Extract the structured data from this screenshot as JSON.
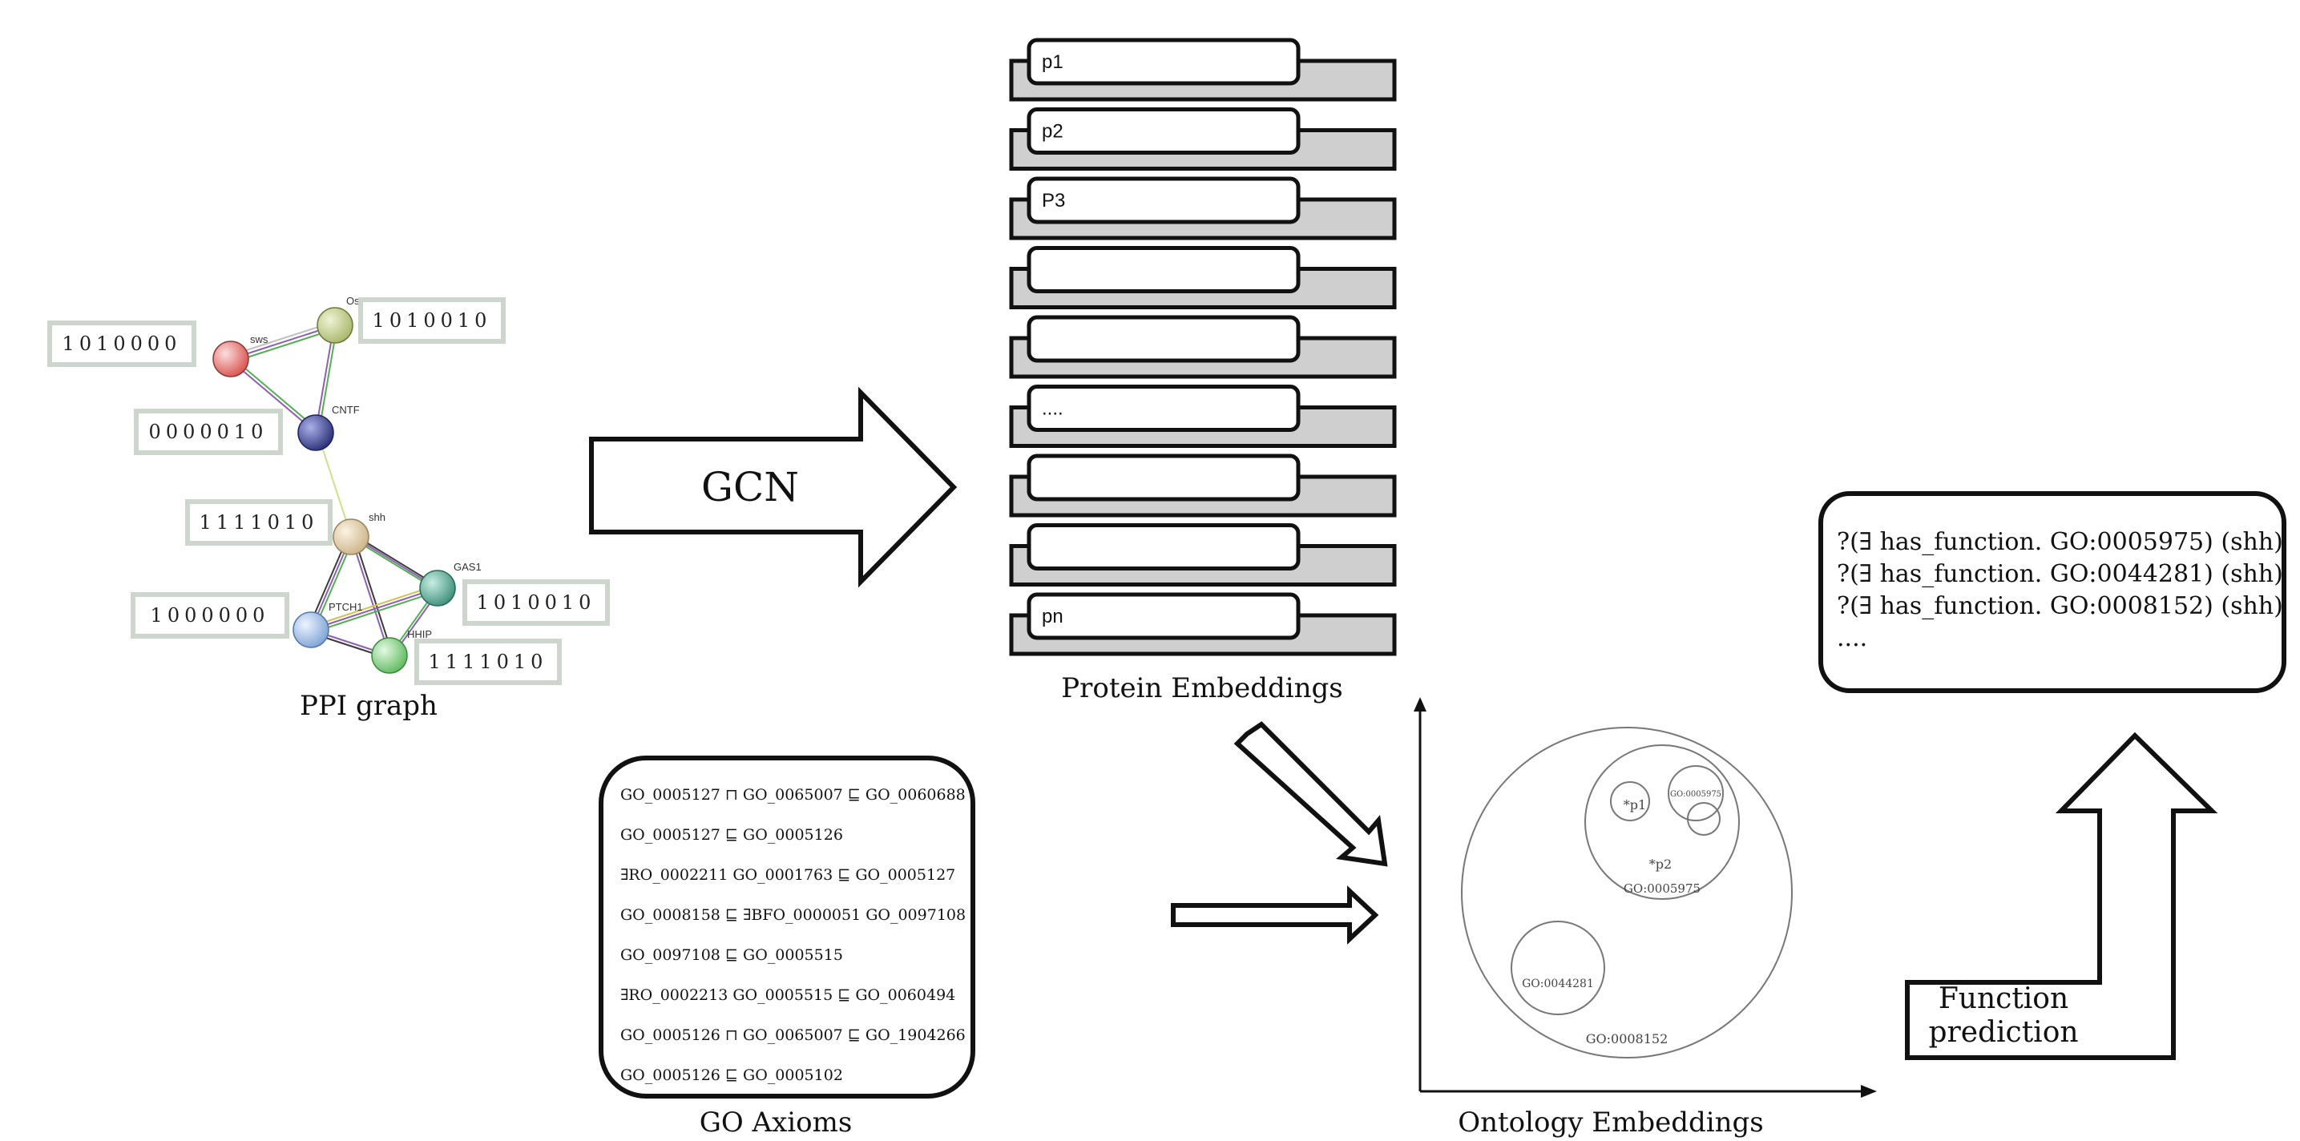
{
  "ppi": {
    "caption": "PPI graph",
    "nodes": [
      {
        "id": "sws",
        "label": "sws",
        "color": "#d9534f"
      },
      {
        "id": "os",
        "label": "Os",
        "color": "#a9b86a"
      },
      {
        "id": "cntf",
        "label": "CNTF",
        "color": "#3a3f8f"
      },
      {
        "id": "shh",
        "label": "shh",
        "color": "#d8c39a"
      },
      {
        "id": "gas1",
        "label": "GAS1",
        "color": "#4a9a86"
      },
      {
        "id": "ptch1",
        "label": "PTCH1",
        "color": "#8fb3e0"
      },
      {
        "id": "hhip",
        "label": "HHIP",
        "color": "#7bc97b"
      }
    ],
    "codes": [
      {
        "node": "sws",
        "text": "1010000"
      },
      {
        "node": "os",
        "text": "1010010"
      },
      {
        "node": "cntf",
        "text": "0000010"
      },
      {
        "node": "shh",
        "text": "1111010"
      },
      {
        "node": "ptch1",
        "text": "1000000"
      },
      {
        "node": "gas1",
        "text": "1010010"
      },
      {
        "node": "hhip",
        "text": "1111010"
      }
    ]
  },
  "gcn": {
    "label": "GCN"
  },
  "protein_embeddings": {
    "caption": "Protein Embeddings",
    "rows": [
      "p1",
      "p2",
      "P3",
      "",
      "",
      "....",
      "",
      "",
      "pn"
    ]
  },
  "go_axioms": {
    "caption": "GO Axioms",
    "lines": [
      "GO_0005127 ⊓ GO_0065007 ⊑ GO_0060688",
      "GO_0005127 ⊑ GO_0005126",
      "∃RO_0002211 GO_0001763  ⊑ GO_0005127",
      "GO_0008158 ⊑ ∃BFO_0000051 GO_0097108",
      "GO_0097108 ⊑ GO_0005515",
      "∃RO_0002213 GO_0005515 ⊑ GO_0060494",
      "GO_0005126 ⊓ GO_0065007 ⊑ GO_1904266",
      "GO_0005126 ⊑ GO_0005102"
    ]
  },
  "ontology_embeddings": {
    "caption": "Ontology Embeddings",
    "circles": [
      {
        "label": "GO:0008152"
      },
      {
        "label": "GO:0005975"
      },
      {
        "label": "GO:0044281"
      },
      {
        "label": "GO:0005975"
      }
    ],
    "points": [
      "*p1",
      "*p2"
    ]
  },
  "predictions": {
    "lines": [
      "?(∃ has_function. GO:0005975) (shh)",
      "?(∃ has_function. GO:0044281) (shh)",
      "?(∃ has_function. GO:0008152) (shh)",
      "...."
    ]
  },
  "function_prediction": {
    "line1": "Function",
    "line2": "prediction"
  }
}
